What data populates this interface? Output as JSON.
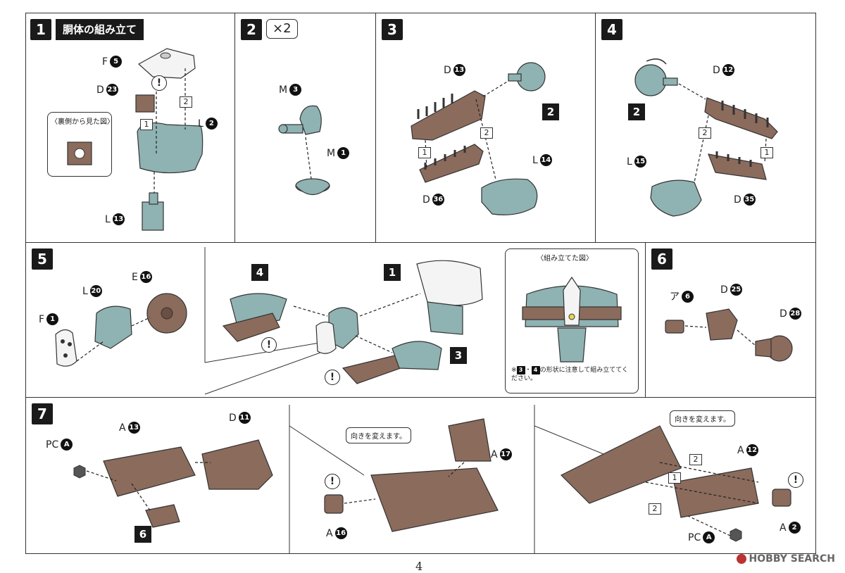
{
  "page": {
    "number": "4"
  },
  "watermark": {
    "text": "HOBBY SEARCH",
    "icon": "hobbysearch-logo-icon"
  },
  "colors": {
    "teal": "#8fb2b2",
    "brown": "#8b6b5c",
    "white": "#f4f4f4"
  },
  "steps": [
    {
      "num": "1",
      "title": "胴体の組み立て"
    },
    {
      "num": "2",
      "multiplier": "×2"
    },
    {
      "num": "3"
    },
    {
      "num": "4"
    },
    {
      "num": "5"
    },
    {
      "num": "6"
    },
    {
      "num": "7"
    }
  ],
  "step1": {
    "labels": [
      {
        "letter": "F",
        "num": "5"
      },
      {
        "letter": "D",
        "num": "23"
      },
      {
        "letter": "L",
        "num": "2"
      },
      {
        "letter": "L",
        "num": "13"
      }
    ],
    "inset_title": "〈裏側から見た図〉",
    "sub": [
      "1",
      "2"
    ]
  },
  "step2": {
    "labels": [
      {
        "letter": "M",
        "num": "3"
      },
      {
        "letter": "M",
        "num": "1"
      }
    ]
  },
  "step3": {
    "labels": [
      {
        "letter": "D",
        "num": "13"
      },
      {
        "letter": "L",
        "num": "14"
      },
      {
        "letter": "D",
        "num": "36"
      }
    ],
    "ref": "2",
    "sub": [
      "1",
      "2"
    ]
  },
  "step4": {
    "labels": [
      {
        "letter": "D",
        "num": "12"
      },
      {
        "letter": "L",
        "num": "15"
      },
      {
        "letter": "D",
        "num": "35"
      }
    ],
    "ref": "2",
    "sub": [
      "2",
      "1"
    ]
  },
  "step5": {
    "labels": [
      {
        "letter": "L",
        "num": "20"
      },
      {
        "letter": "E",
        "num": "16"
      },
      {
        "letter": "F",
        "num": "1"
      }
    ],
    "refs": [
      "4",
      "1",
      "3"
    ],
    "inset_title": "〈組み立てた図〉",
    "note_refs": [
      "3",
      "4"
    ],
    "note_text": "の形状に注意して組み立ててください。"
  },
  "step6": {
    "labels": [
      {
        "letter": "ア",
        "num": "6"
      },
      {
        "letter": "D",
        "num": "25"
      },
      {
        "letter": "D",
        "num": "28"
      }
    ]
  },
  "step7": {
    "labels": [
      {
        "letter": "PC",
        "num": "A"
      },
      {
        "letter": "A",
        "num": "13"
      },
      {
        "letter": "D",
        "num": "11"
      },
      {
        "letter": "A",
        "num": "17"
      },
      {
        "letter": "A",
        "num": "16"
      },
      {
        "letter": "A",
        "num": "12"
      },
      {
        "letter": "A",
        "num": "2"
      },
      {
        "letter": "PC",
        "num": "A"
      }
    ],
    "ref": "6",
    "callouts": [
      "向きを変えます。",
      "向きを変えます。"
    ],
    "sub": [
      "2",
      "1",
      "2"
    ]
  }
}
